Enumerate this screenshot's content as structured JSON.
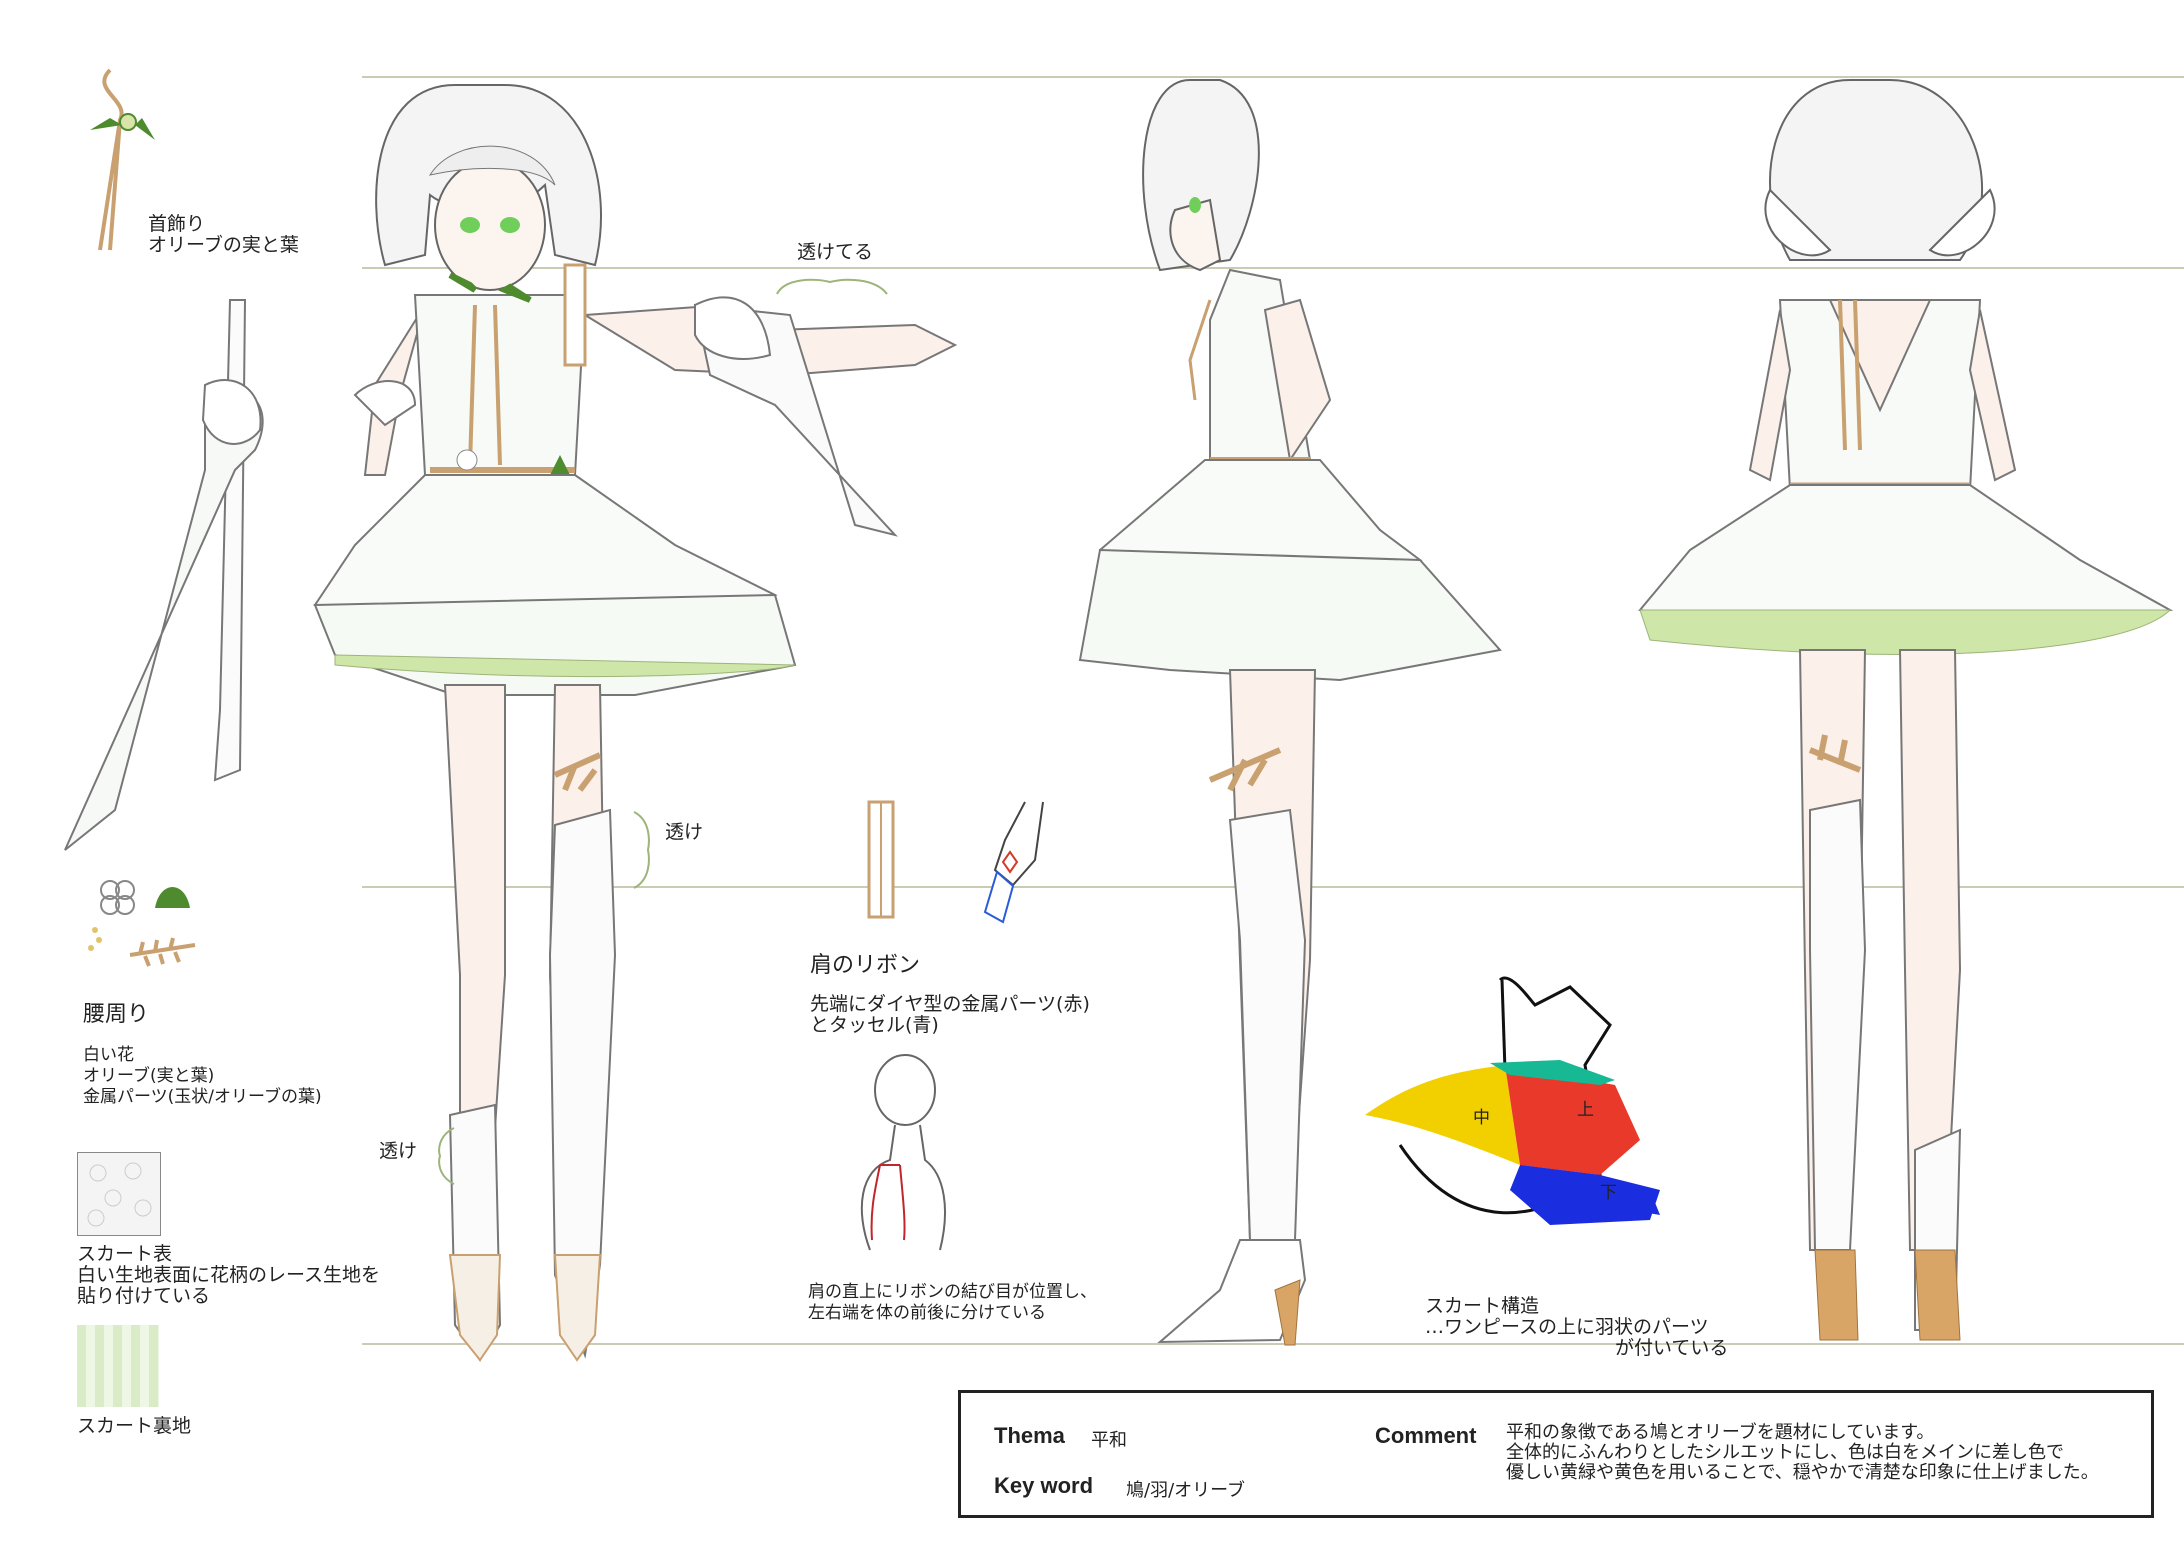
{
  "notes": {
    "necklace": "首飾り\nオリーブの実と葉",
    "sheer_sleeve": "透けてる",
    "sheer_thigh": "透け",
    "sheer_boot": "透け",
    "waist_title": "腰周り",
    "waist_items": "白い花\nオリーブ(実と葉)\n金属パーツ(玉状/オリーブの葉)",
    "skirt_outer": "スカート表\n白い生地表面に花柄のレース生地を\n貼り付けている",
    "skirt_lining": "スカート裏地",
    "ribbon_title": "肩のリボン",
    "ribbon_desc": "先端にダイヤ型の金属パーツ(赤)\nとタッセル(青)",
    "ribbon_position": "肩の直上にリボンの結び目が位置し、\n左右端を体の前後に分けている",
    "skirt_structure": "スカート構造\n…ワンピースの上に羽状のパーツ\n　　　　　　　　　　が付いている",
    "diagram_mid": "中",
    "diagram_top": "上",
    "diagram_bottom": "下"
  },
  "infobox": {
    "thema_label": "Thema",
    "thema_value": "平和",
    "keyword_label": "Key word",
    "keyword_value": "鳩/羽/オリーブ",
    "comment_label": "Comment",
    "comment_value": "平和の象徴である鳩とオリーブを題材にしています。\n全体的にふんわりとしたシルエットにし、色は白をメインに差し色で\n優しい黄緑や黄色を用いることで、穏やかで清楚な印象に仕上げました。"
  },
  "colors": {
    "guide_line": "#c9ccb2",
    "olive_green": "#4e8a2e",
    "gold": "#c9a070",
    "skirt_top": "#e8392a",
    "skirt_mid": "#f2d000",
    "skirt_bottom": "#1a2ee0",
    "skirt_teal": "#17b894"
  }
}
